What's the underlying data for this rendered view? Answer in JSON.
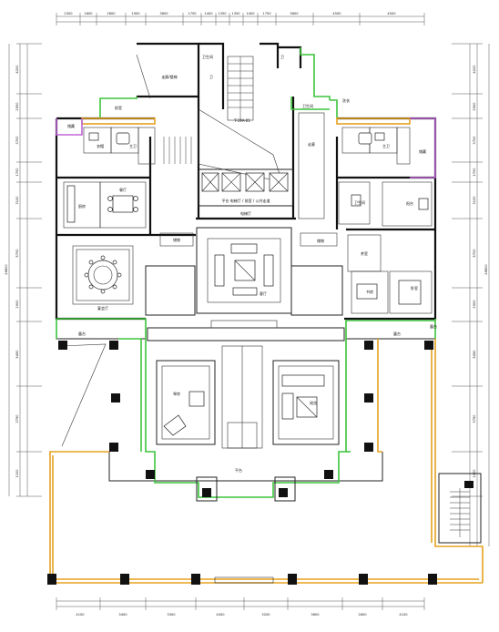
{
  "plan": {
    "top_dims": [
      "2300",
      "1600",
      "2800",
      "1900",
      "3600",
      "1750",
      "1400",
      "1350",
      "1350",
      "1400",
      "1750",
      "3600",
      "4500",
      "4500"
    ],
    "bottom_dims": [
      "4100",
      "3400",
      "3300",
      "4000",
      "3200",
      "3600",
      "2800",
      "4100"
    ],
    "left_dims": [
      "4200",
      "2500",
      "3700",
      "1700",
      "3100",
      "5700",
      "2900",
      "5450",
      "3750",
      "1100"
    ],
    "right_dims": [
      "4200",
      "2500",
      "3700",
      "1700",
      "3100",
      "5700",
      "2900",
      "5450",
      "3750",
      "1100"
    ],
    "left_total": "28800",
    "right_total": "28800",
    "tag_label": "T-19A-01",
    "banner_text": "平台  电梯厅 / 前室 / 公共走道 ",
    "rooms": {
      "top_stair": "走廊/楼梯",
      "top_left_a": "卫生间",
      "top_left_b": "卫",
      "top_right_a": "卫",
      "top_right_b": "卫生间",
      "store_left": "储藏",
      "store_right": "储藏",
      "bath_left": "主卫",
      "bath_right": "主卫",
      "closet_left": "衣帽",
      "kitchen_left": "厨房",
      "dining_left": "餐厅",
      "corridor": "走廊",
      "lift_lobby": "电梯厅",
      "storage_mid": "储物",
      "storage_mid_r": "储物",
      "round_hall": "宴会厅",
      "tea_room": "茶室",
      "study": "书房",
      "bedroom": "卧室",
      "living": "客厅",
      "piano_room": "琴房",
      "reading": "阅览",
      "terrace_left": "露台",
      "terrace_right": "露台",
      "terrace_mid": "平台",
      "terrace_top_r": "露台",
      "side_terr": "阳台",
      "wc_r": "卫生间",
      "foyer": "前室",
      "laundry": "洗衣"
    }
  }
}
